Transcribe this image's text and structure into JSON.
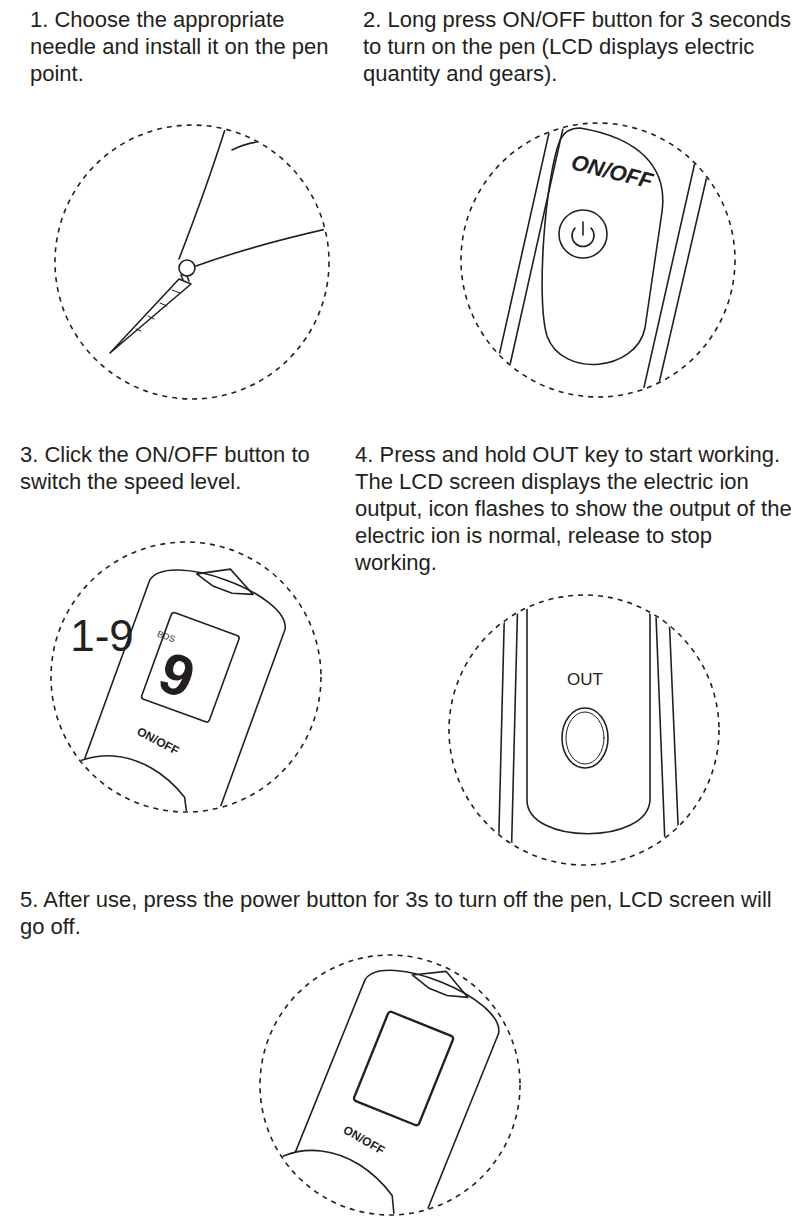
{
  "diagram": {
    "nodes": [
      {
        "text": [
          "1. Choose the appropriate needle and install it on the pen point."
        ]
      },
      {
        "text": [
          "2. Long press ON/OFF button for 3 seconds to turn on the pen (LCD displays electric quantity and gears).",
          "ON/OFF"
        ]
      },
      {
        "text": [
          "3. Click the ON/OFF button to switch the speed level.",
          "1-9",
          "BDS",
          "9",
          "ON/OFF"
        ]
      },
      {
        "text": [
          "4. Press and hold OUT key to start working. The LCD screen displays the electric ion output, icon flashes to show the output of the electric ion is normal, release to stop working.",
          "OUT"
        ]
      },
      {
        "text": [
          "5. After use, press the power button for 3s to turn off the pen, LCD screen will go off.",
          "ON/OFF"
        ]
      }
    ]
  }
}
